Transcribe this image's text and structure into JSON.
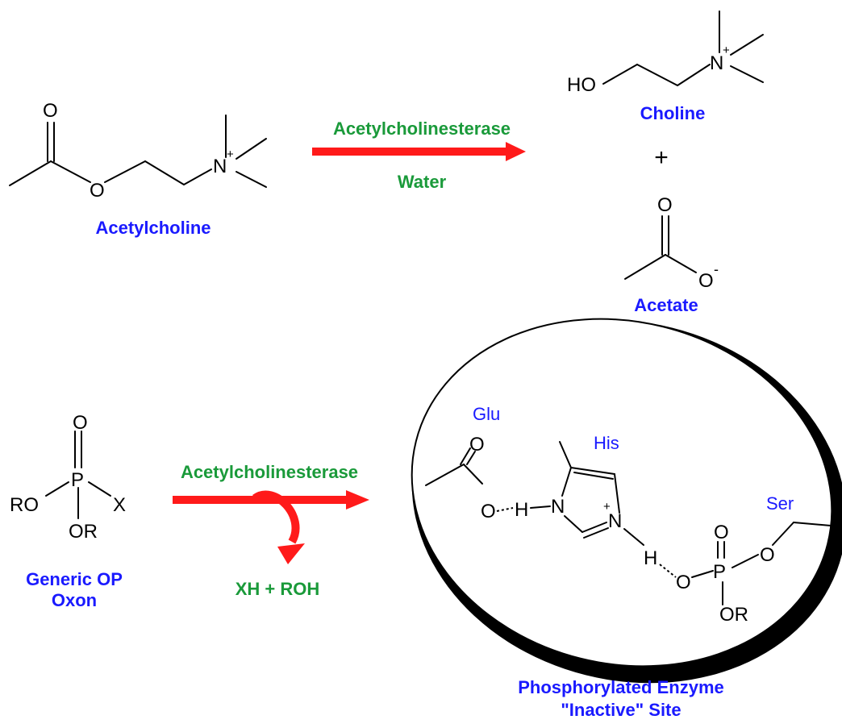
{
  "colors": {
    "label_blue": "#1a1aff",
    "label_green": "#1a9a3a",
    "arrow_red": "#ff1a1a"
  },
  "icons": [
    "reaction-arrow-icon",
    "curved-arrow-icon"
  ],
  "reaction1": {
    "substrate": "Acetylcholine",
    "enzyme": "Acetylcholinesterase",
    "cosubstrate": "Water",
    "product1": "Choline",
    "plus": "+",
    "product2": "Acetate"
  },
  "reaction2": {
    "substrate_line1": "Generic OP",
    "substrate_line2": "Oxon",
    "enzyme": "Acetylcholinesterase",
    "byproducts": "XH + ROH",
    "product_line1": "Phosphorylated Enzyme",
    "product_line2": "\"Inactive\" Site",
    "residues": {
      "glu": "Glu",
      "his": "His",
      "ser": "Ser"
    }
  },
  "atoms": {
    "O": "O",
    "N": "N",
    "P": "P",
    "H": "H",
    "X": "X",
    "HO": "HO",
    "RO": "RO",
    "OR": "OR",
    "plus_charge": "+",
    "minus_charge": "-"
  }
}
